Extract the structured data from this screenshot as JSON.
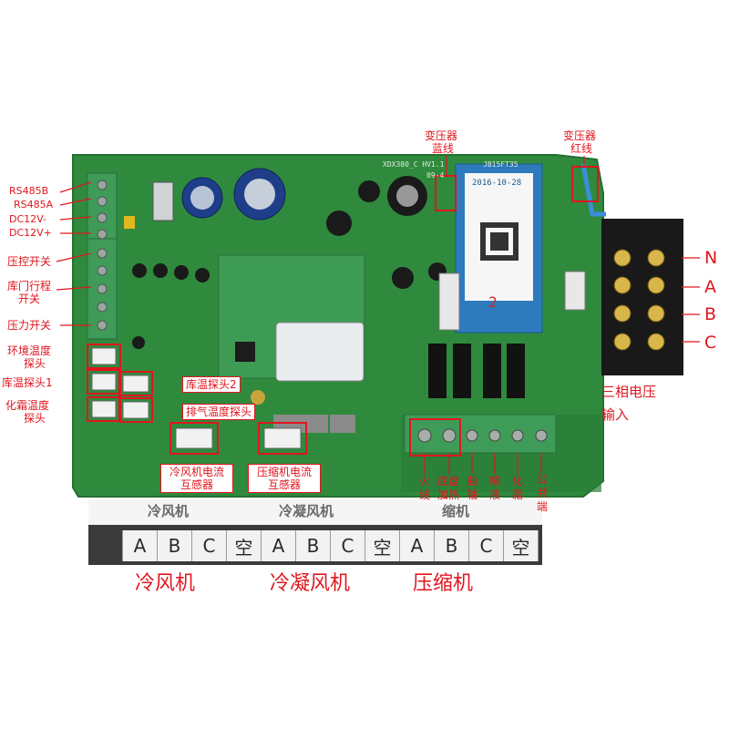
{
  "left_labels": {
    "rs485b": "RS485B",
    "rs485a": "RS485A",
    "dc12v_minus": "DC12V-",
    "dc12v_plus": "DC12V+",
    "pressure_control_switch": "压控开关",
    "door_travel_switch_1": "库门行程",
    "door_travel_switch_2": "开关",
    "pressure_switch": "压力开关",
    "ambient_probe_1": "环境温度",
    "ambient_probe_2": "探头",
    "room_probe_1": "库温探头1",
    "defrost_probe_1": "化霜温度",
    "defrost_probe_2": "探头"
  },
  "center_labels": {
    "room_probe_2": "库温探头2",
    "exhaust_probe": "排气温度探头",
    "fan_ct_1": "冷风机电流",
    "fan_ct_2": "互感器",
    "comp_ct_1": "压缩机电流",
    "comp_ct_2": "互感器"
  },
  "top_labels": {
    "transformer_blue_1": "变压器",
    "transformer_blue_2": "蓝线",
    "transformer_red_1": "变压器",
    "transformer_red_2": "红线"
  },
  "board_text": {
    "model": "XDX380_C  HV1.1",
    "code": "JB15FT35",
    "date": "2016-10-28",
    "channel": "2",
    "rev": "09-4"
  },
  "right_labels": {
    "n": "N",
    "a": "A",
    "b": "B",
    "c": "C",
    "three_phase_1": "三相电压",
    "three_phase_2": "输入"
  },
  "relay_labels": {
    "live": "火线",
    "chassis_heat_1": "底盘",
    "chassis_heat_2": "加热",
    "crankshaft": "曲轴",
    "injection": "喷液",
    "defrost": "化霜",
    "common": "公共端"
  },
  "terminal_headers": {
    "fan": "冷风机",
    "condenser": "冷凝风机",
    "compressor": "缩机"
  },
  "terminal_cells": [
    "A",
    "B",
    "C",
    "空",
    "A",
    "B",
    "C",
    "空",
    "A",
    "B",
    "C",
    "空"
  ],
  "bottom_labels": {
    "fan": "冷风机",
    "condenser_fan": "冷凝风机",
    "compressor": "压缩机"
  },
  "colors": {
    "annotation": "#e0161e",
    "board": "#2f8a3e",
    "terminal_green": "#3f9b58"
  }
}
